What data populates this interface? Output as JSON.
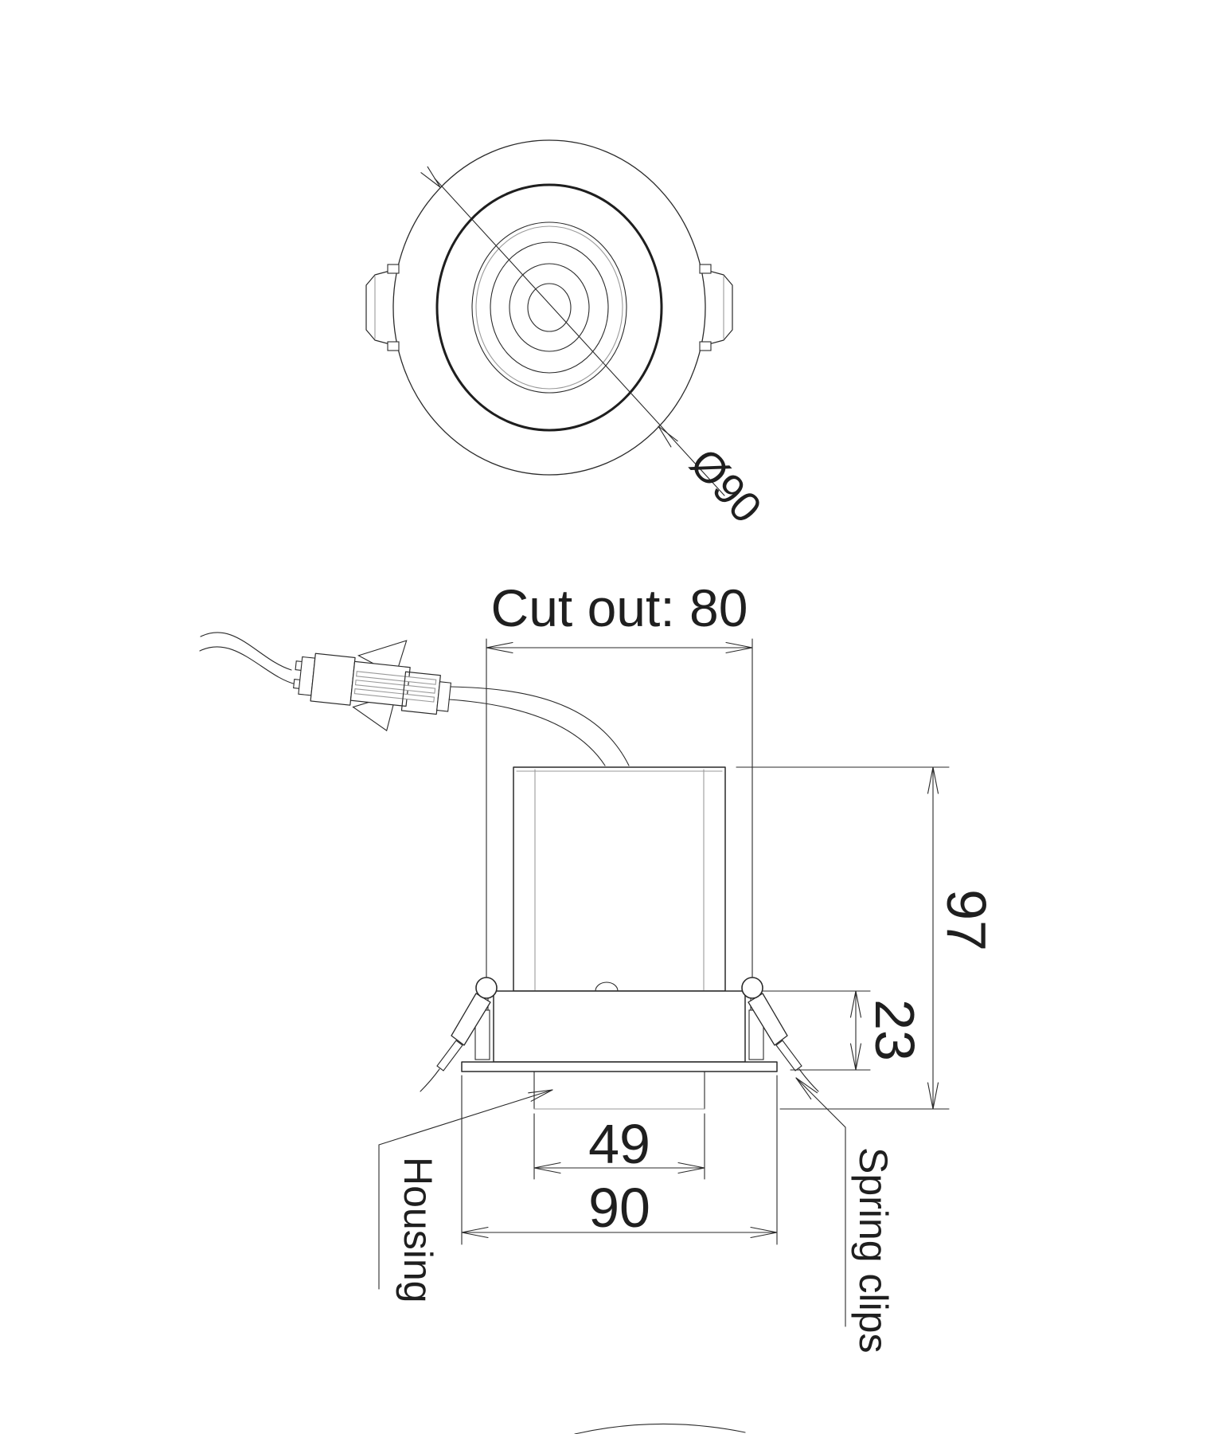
{
  "drawing": {
    "top_view": {
      "diameter_label": "Ø90"
    },
    "front_view": {
      "cutout_label": "Cut out: 80",
      "height_label": "97",
      "recess_label": "23",
      "inner_width_label": "49",
      "outer_width_label": "90",
      "housing_label": "Housing",
      "spring_clips_label": "Spring clips"
    },
    "colors": {
      "line": "#2a2a2a",
      "light_line": "#9a9a9a",
      "background": "#ffffff"
    }
  }
}
